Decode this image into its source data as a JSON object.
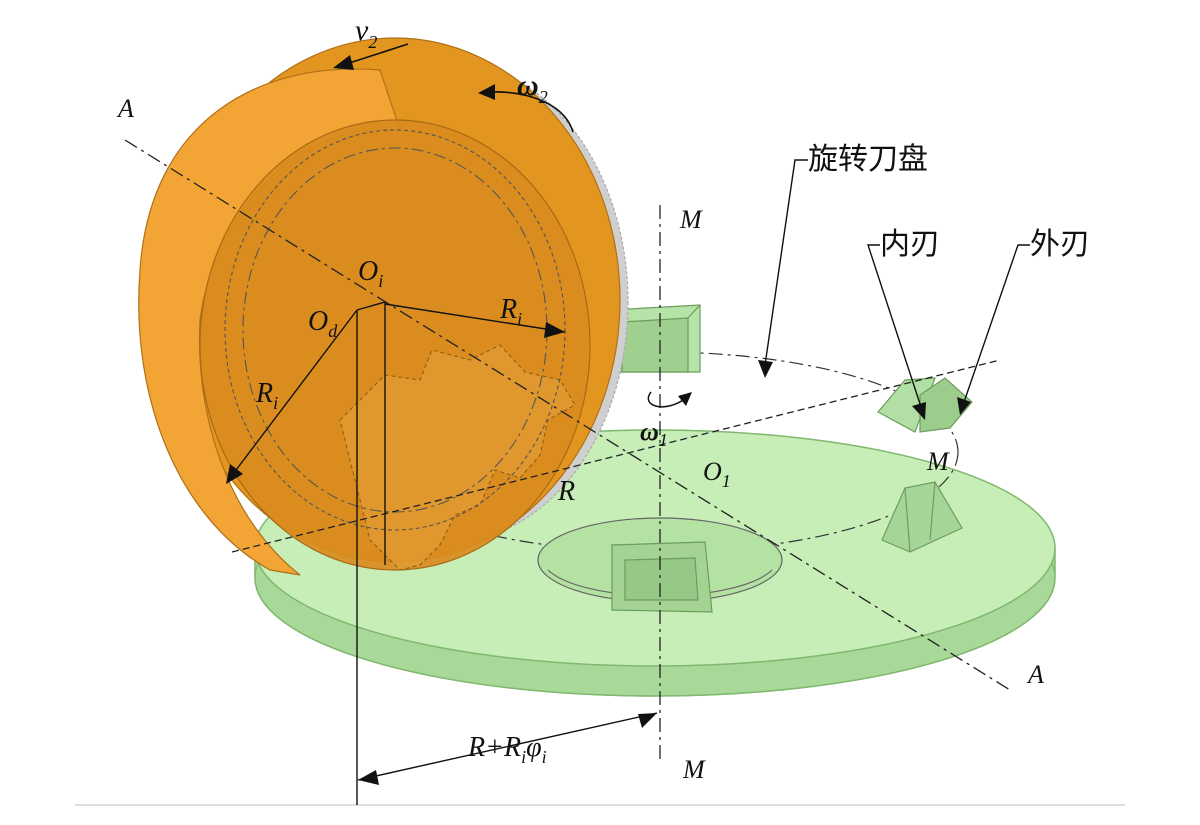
{
  "labels": {
    "A_top": "A",
    "A_bottom": "A",
    "M_top": "M",
    "M_bottom": "M",
    "M_right": "M",
    "v2": "v",
    "v2_sub": "2",
    "omega2": "ω",
    "omega2_sub": "2",
    "omega1": "ω",
    "omega1_sub": "1",
    "Oi": "O",
    "Oi_sub": "i",
    "Od": "O",
    "Od_sub": "d",
    "O1": "O",
    "O1_sub": "1",
    "Ri_top": "R",
    "Ri_top_sub": "i",
    "Ri_left": "R",
    "Ri_left_sub": "i",
    "R": "R",
    "formula_pre": "R+R",
    "formula_sub1": "i",
    "formula_phi": "φ",
    "formula_sub2": "i"
  },
  "callouts": {
    "cutter_disk": "旋转刀盘",
    "inner_blade": "内刃",
    "outer_blade": "外刃"
  },
  "colors": {
    "gear": "#f0a22a",
    "gear_dark": "#c98220",
    "disk": "#b7e6a6",
    "disk_edge": "#8fc97e",
    "blade": "#a8d89a",
    "shadow_gear": "#c8c8c8"
  }
}
